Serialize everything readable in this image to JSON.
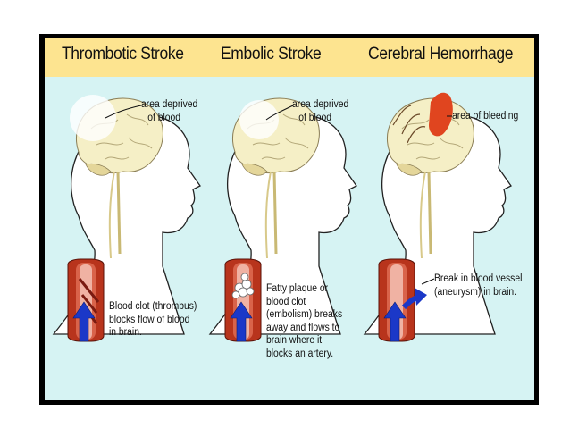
{
  "panels": [
    {
      "title": "Thrombotic Stroke",
      "brain_label": [
        "area deprived",
        "of blood"
      ],
      "vessel_label": [
        "Blood clot (thrombus)",
        "blocks flow of blood",
        "in brain."
      ]
    },
    {
      "title": "Embolic Stroke",
      "brain_label": [
        "area deprived",
        "of blood"
      ],
      "vessel_label": [
        "Fatty plaque or",
        "blood clot",
        "(embolism) breaks",
        "away and flows to",
        "brain where it",
        "blocks an artery."
      ]
    },
    {
      "title": "Cerebral  Hemorrhage",
      "brain_label": [
        "area of bleeding"
      ],
      "vessel_label": [
        "Break in blood vessel",
        "(aneurysm) in brain."
      ]
    }
  ],
  "colors": {
    "header": "#fde490",
    "panel": "#d6f3f3",
    "frame": "#000000",
    "artery": "#b8341c",
    "bleed": "#e0451f",
    "arrow": "#1b38c8",
    "brain": "#f5efc6"
  }
}
